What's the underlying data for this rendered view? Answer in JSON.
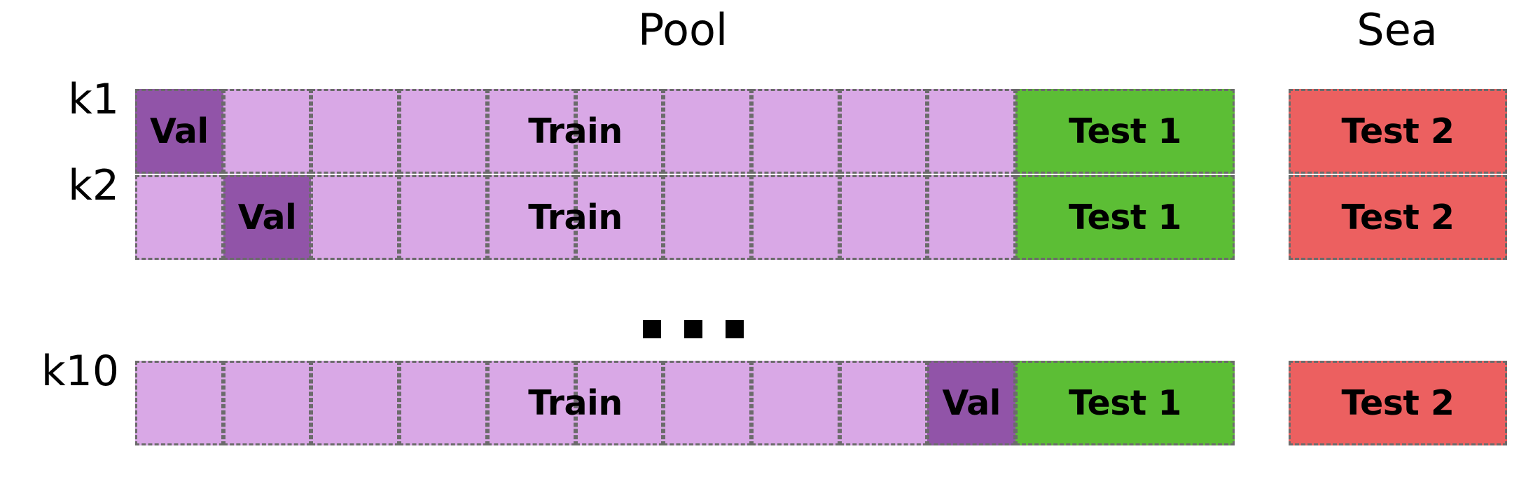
{
  "headings": {
    "pool": "Pool",
    "sea": "Sea"
  },
  "colors": {
    "train": "#d9a8e6",
    "val": "#9154a8",
    "test1": "#5cbe35",
    "test2": "#ec6060",
    "border": "#6b6b6b",
    "text": "#000000",
    "background": "#ffffff"
  },
  "labels": {
    "train": "Train",
    "val": "Val",
    "test1": "Test 1",
    "test2": "Test 2"
  },
  "n_folds": 10,
  "rows": [
    {
      "label": "k1",
      "val_fold_index": 1,
      "train_label": "Train",
      "val_label": "Val",
      "test1_label": "Test 1",
      "test2_label": "Test 2"
    },
    {
      "label": "k2",
      "val_fold_index": 2,
      "train_label": "Train",
      "val_label": "Val",
      "test1_label": "Test 1",
      "test2_label": "Test 2"
    },
    {
      "label": "k10",
      "val_fold_index": 10,
      "train_label": "Train",
      "val_label": "Val",
      "test1_label": "Test 1",
      "test2_label": "Test 2"
    }
  ],
  "ellipsis": {
    "glyph": "▪",
    "count": 3
  }
}
